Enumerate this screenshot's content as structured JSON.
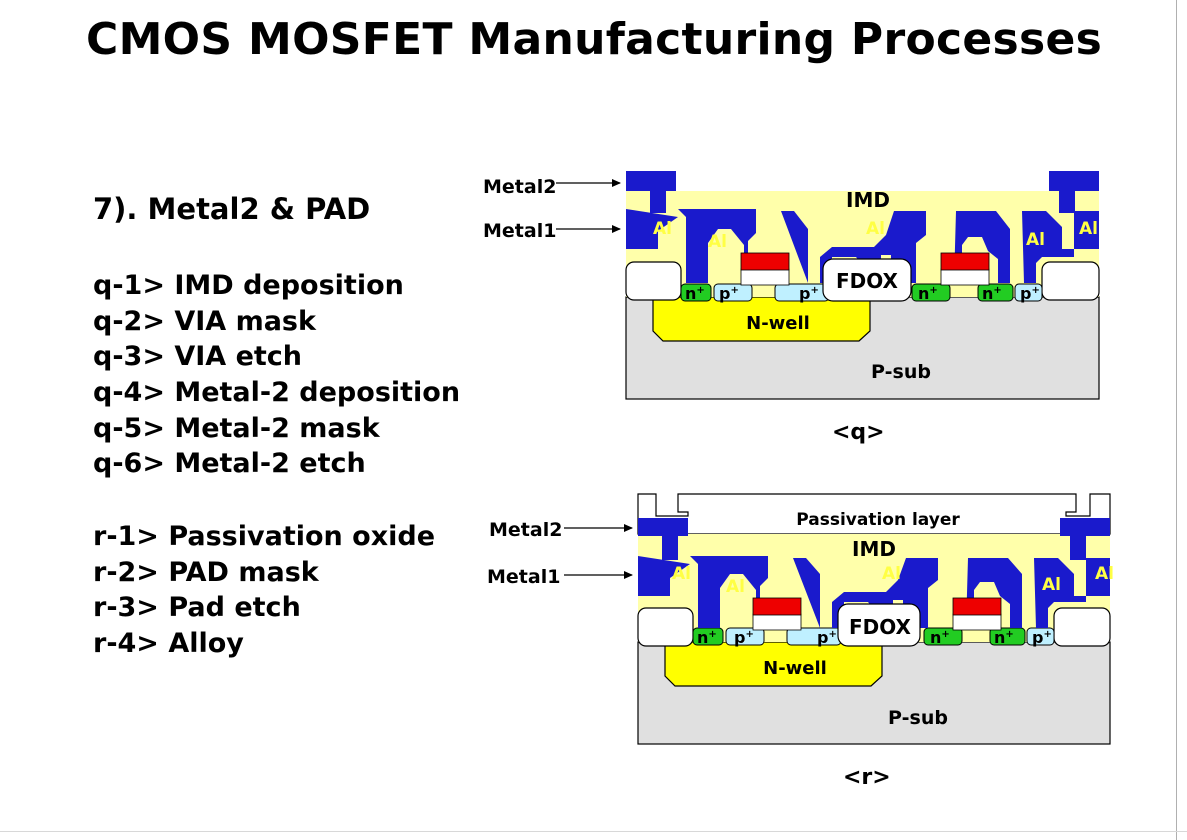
{
  "title": "CMOS MOSFET Manufacturing Processes",
  "section_heading": "7). Metal2 & PAD",
  "steps_q": [
    "q-1> IMD deposition",
    "q-2> VIA mask",
    "q-3> VIA etch",
    "q-4> Metal-2 deposition",
    "q-5> Metal-2 mask",
    "q-6> Metal-2 etch"
  ],
  "steps_r": [
    "r-1> Passivation oxide",
    "r-2> PAD mask",
    "r-3> Pad etch",
    "r-4> Alloy"
  ],
  "diagram_q": {
    "caption": "<q>",
    "callout_metal2": "Metal2",
    "callout_metal1": "Metal1",
    "imd": "IMD",
    "al": "Al",
    "n_plus": "n",
    "p_plus": "p",
    "plus": "+",
    "fdox": "FDOX",
    "nwell": "N-well",
    "psub": "P-sub"
  },
  "diagram_r": {
    "caption": "<r>",
    "callout_metal2": "Metal2",
    "callout_metal1": "Metal1",
    "passivation": "Passivation layer",
    "imd": "IMD",
    "al": "Al",
    "n_plus": "n",
    "p_plus": "p",
    "plus": "+",
    "fdox": "FDOX",
    "nwell": "N-well",
    "psub": "P-sub"
  },
  "colors": {
    "metal": "#1a1acc",
    "imd": "#ffffaa",
    "nwell": "#ffff00",
    "psub": "#e0e0e0",
    "n_plus": "#22cc22",
    "p_plus": "#bff0ff",
    "gate_poly": "#ee0000",
    "al_text": "#ffff44"
  }
}
